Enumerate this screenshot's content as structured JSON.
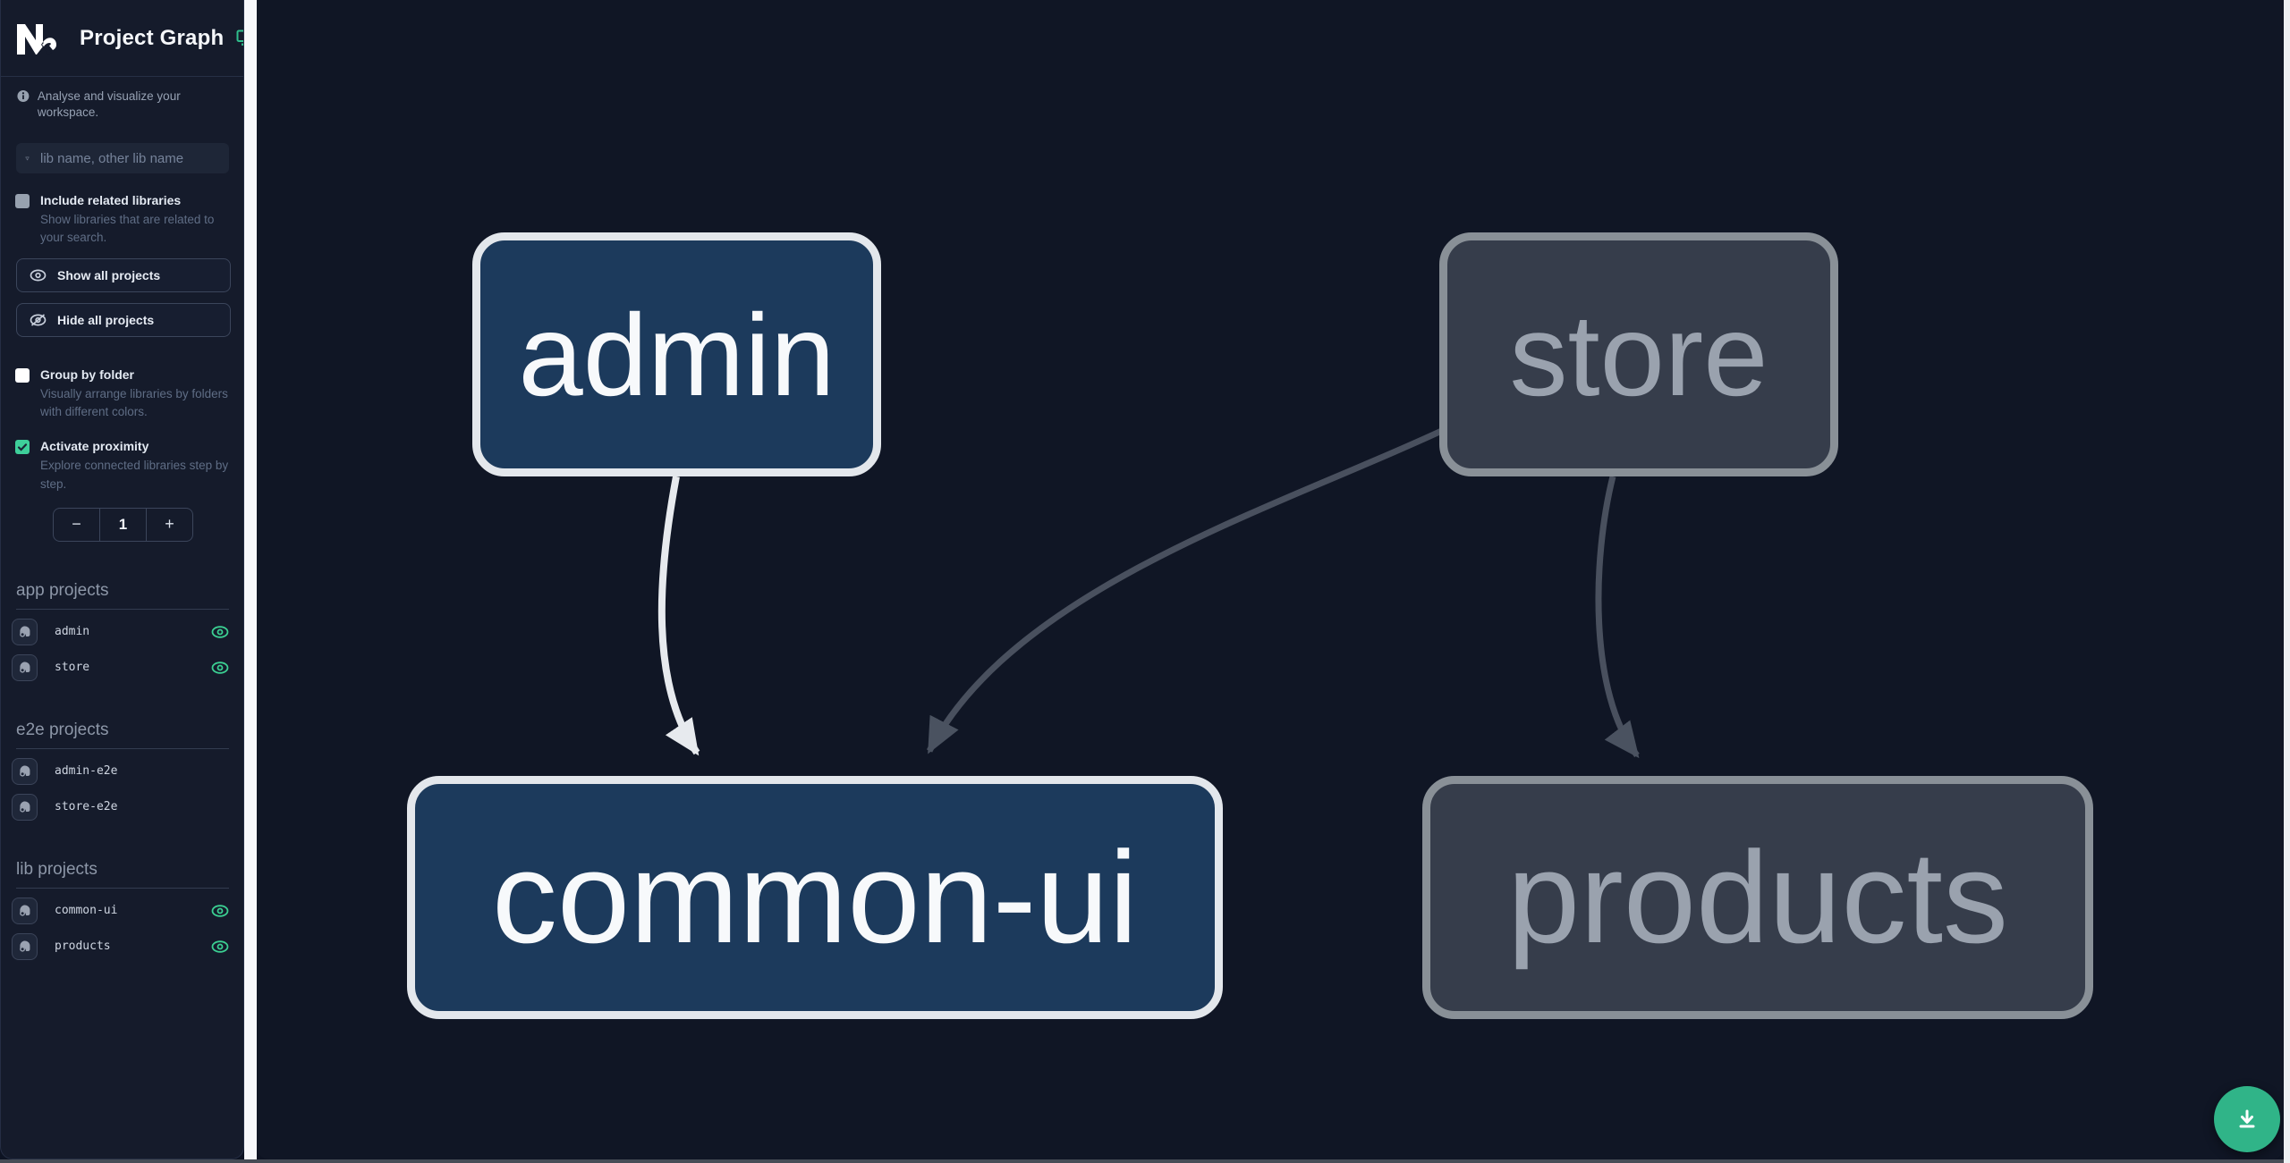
{
  "app": {
    "title": "Project Graph",
    "accent_color": "#30b488",
    "focused_node_color": "#1c3a5c",
    "muted_node_color": "#363d4b"
  },
  "header": {
    "logo": "nx-logo",
    "title": "Project Graph",
    "right_icon": "monitor-icon"
  },
  "intro": {
    "icon": "info-icon",
    "text": "Analyse and visualize your workspace."
  },
  "filter": {
    "icon": "funnel-icon",
    "placeholder": "lib name, other lib name",
    "value": ""
  },
  "options": {
    "include_related": {
      "label": "Include related libraries",
      "description": "Show libraries that are related to your search.",
      "checked": false
    },
    "group_by_folder": {
      "label": "Group by folder",
      "description": "Visually arrange libraries by folders with different colors.",
      "checked": false
    },
    "activate_proximity": {
      "label": "Activate proximity",
      "description": "Explore connected libraries step by step.",
      "checked": true
    }
  },
  "buttons": {
    "show_all": "Show all projects",
    "hide_all": "Hide all projects"
  },
  "proximity_stepper": {
    "decrement": "−",
    "value": "1",
    "increment": "+"
  },
  "sections": [
    {
      "title": "app projects",
      "items": [
        {
          "name": "admin",
          "visible": true
        },
        {
          "name": "store",
          "visible": true
        }
      ]
    },
    {
      "title": "e2e projects",
      "items": [
        {
          "name": "admin-e2e",
          "visible": false
        },
        {
          "name": "store-e2e",
          "visible": false
        }
      ]
    },
    {
      "title": "lib projects",
      "items": [
        {
          "name": "common-ui",
          "visible": true
        },
        {
          "name": "products",
          "visible": true
        }
      ]
    }
  ],
  "graph": {
    "nodes": [
      {
        "id": "admin",
        "label": "admin",
        "state": "focused"
      },
      {
        "id": "store",
        "label": "store",
        "state": "muted"
      },
      {
        "id": "common-ui",
        "label": "common-ui",
        "state": "focused"
      },
      {
        "id": "products",
        "label": "products",
        "state": "muted"
      }
    ],
    "edges": [
      {
        "from": "admin",
        "to": "common-ui",
        "state": "highlighted"
      },
      {
        "from": "store",
        "to": "common-ui",
        "state": "muted"
      },
      {
        "from": "store",
        "to": "products",
        "state": "muted"
      }
    ]
  },
  "fab": {
    "icon": "download-icon"
  }
}
